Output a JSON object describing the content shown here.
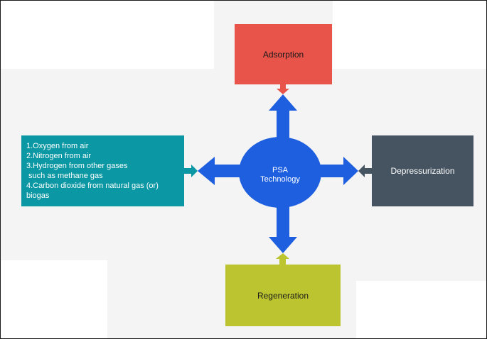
{
  "diagram": {
    "center": {
      "line1": "PSA",
      "line2": "Technology"
    },
    "top_box": {
      "label": "Adsorption"
    },
    "right_box": {
      "label": "Depressurization"
    },
    "bottom_box": {
      "label": "Regeneration"
    },
    "left_box": {
      "items": [
        "1.Oxygen from air",
        "2.Nitrogen from air",
        "3.Hydrogen from other gases",
        " such as methane gas",
        "4.Carbon dioxide from natural gas (or)",
        "biogas"
      ]
    },
    "colors": {
      "center": "#1e5fe0",
      "arrow": "#1e5fe0",
      "top_box": "#e8534a",
      "right_box": "#465462",
      "bottom_box": "#bcc42f",
      "left_box": "#0b97a3"
    }
  }
}
